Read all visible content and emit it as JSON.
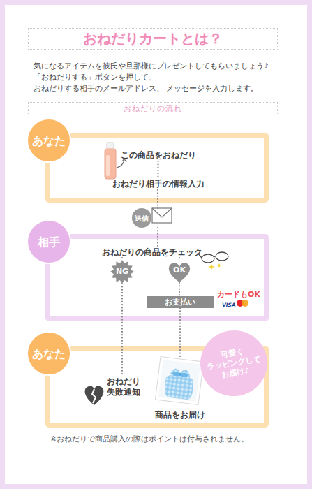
{
  "diagram": {
    "title": "おねだりカートとは？",
    "nodes": [
      {
        "text": [
          "おねだりの流れ"
        ]
      },
      {
        "text": [
          "あなた"
        ]
      },
      {
        "text": [
          "この商品をおねだり"
        ],
        "in": 1
      },
      {
        "text": [
          "おねだり相手の情報入力"
        ],
        "in": 1
      },
      {
        "text": [
          "送信"
        ]
      },
      {
        "text": [
          "相手"
        ]
      },
      {
        "text": [
          "おねだりの商品をチェック"
        ],
        "in": 5
      },
      {
        "text": [
          "NG"
        ],
        "in": 5
      },
      {
        "text": [
          "OK"
        ],
        "in": 5
      },
      {
        "text": [
          "お支払い"
        ],
        "in": 5
      },
      {
        "text": [
          "あなた"
        ]
      },
      {
        "text": [
          "おねだり 失敗通知"
        ],
        "in": 10
      },
      {
        "text": [
          "商品をお届け"
        ],
        "in": 10
      },
      {
        "text": [
          "可愛く ラッピングして お届け♪"
        ],
        "in": 10
      }
    ],
    "edges": [
      {
        "from": 2,
        "to": 3,
        "arrow": "none"
      },
      {
        "from": 3,
        "to": 4,
        "arrow": "none"
      },
      {
        "from": 4,
        "to": 6,
        "arrow": "none"
      },
      {
        "from": 6,
        "to": 7,
        "arrow": "none"
      },
      {
        "from": 6,
        "to": 8,
        "arrow": "none"
      },
      {
        "from": 7,
        "to": 11,
        "arrow": "none"
      },
      {
        "from": 8,
        "to": 9,
        "arrow": "none"
      },
      {
        "from": 9,
        "to": 12,
        "arrow": "none"
      }
    ],
    "labels": [
      "気になるアイテムを彼氏や旦那様にプレゼントしてもらいましょう♪",
      "「おねだりする」ボタンを押して、おねだりする相手のメールアドレス、 メッセージを入力します。",
      "カードもOK",
      "VISA",
      "※おねだりで商品購入の際はポイントは付与されません。"
    ]
  }
}
